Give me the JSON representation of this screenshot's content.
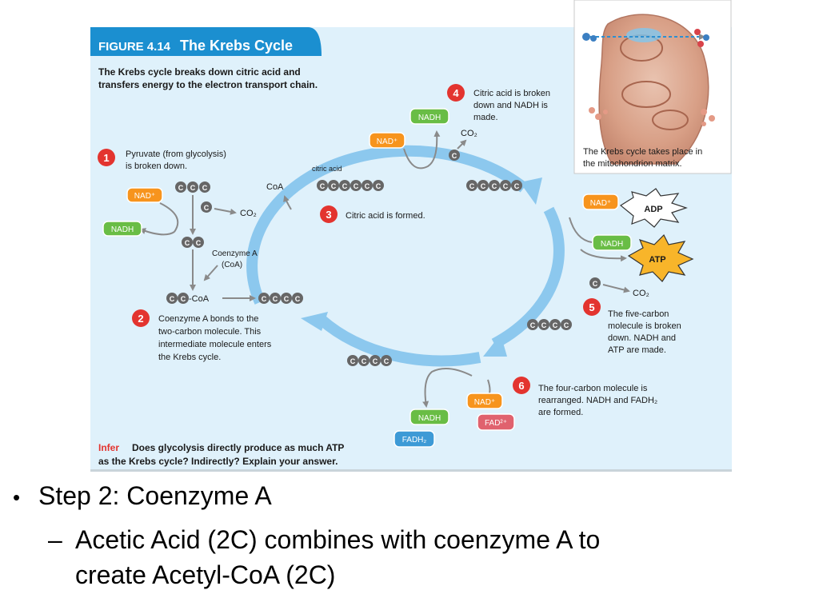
{
  "figure": {
    "label": "FIGURE 4.14",
    "title": "The Krebs Cycle",
    "intro": [
      "The Krebs cycle breaks down citric acid and",
      "transfers energy to the electron transport chain."
    ],
    "infer_label": "Infer",
    "infer_q": [
      "Does glycolysis directly produce as much ATP",
      "as the Krebs cycle? Indirectly? Explain your answer."
    ]
  },
  "inset": {
    "caption": [
      "The Krebs cycle takes place in",
      "the mitochondrion matrix."
    ]
  },
  "steps": {
    "s1": {
      "num": "1",
      "lines": [
        "Pyruvate (from glycolysis)",
        "is broken down."
      ]
    },
    "s2": {
      "num": "2",
      "lines": [
        "Coenzyme A bonds to the",
        "two-carbon molecule. This",
        "intermediate molecule enters",
        "the Krebs cycle."
      ]
    },
    "s3": {
      "num": "3",
      "lines": [
        "Citric acid is formed."
      ]
    },
    "s4": {
      "num": "4",
      "lines": [
        "Citric acid is broken",
        "down and NADH is",
        "made."
      ]
    },
    "s5": {
      "num": "5",
      "lines": [
        "The five-carbon",
        "molecule is broken",
        "down. NADH and",
        "ATP are made."
      ]
    },
    "s6": {
      "num": "6",
      "lines": [
        "The four-carbon molecule is",
        "rearranged. NADH and FADH₂",
        "are formed."
      ]
    }
  },
  "labels": {
    "nad": "NAD⁺",
    "nadh": "NADH",
    "fadh2": "FADH₂",
    "fad": "FAD²⁺",
    "adp": "ADP",
    "atp": "ATP",
    "co2": "CO₂",
    "coa": "CoA",
    "c": "C",
    "citric_acid": "citric acid",
    "coenzyme_a": [
      "Coenzyme A",
      "(CoA)"
    ],
    "acetyl_coa": "-CoA"
  },
  "colors": {
    "panel": "#dff1fb",
    "header": "#1b8fd0",
    "cycle_arrow": "#8cc8ee",
    "nad": "#f7941d",
    "nadh": "#69bd45",
    "fadh2": "#3d9ad6",
    "fad": "#e0626e",
    "atp": "#f8b52a",
    "step_num": "#e3342f"
  },
  "bullets": {
    "b1": "Step 2: Coenzyme A",
    "b2_dash": "–",
    "b2_line1": "Acetic Acid (2C) combines with coenzyme A to",
    "b2_line2": "create Acetyl-CoA (2C)"
  }
}
